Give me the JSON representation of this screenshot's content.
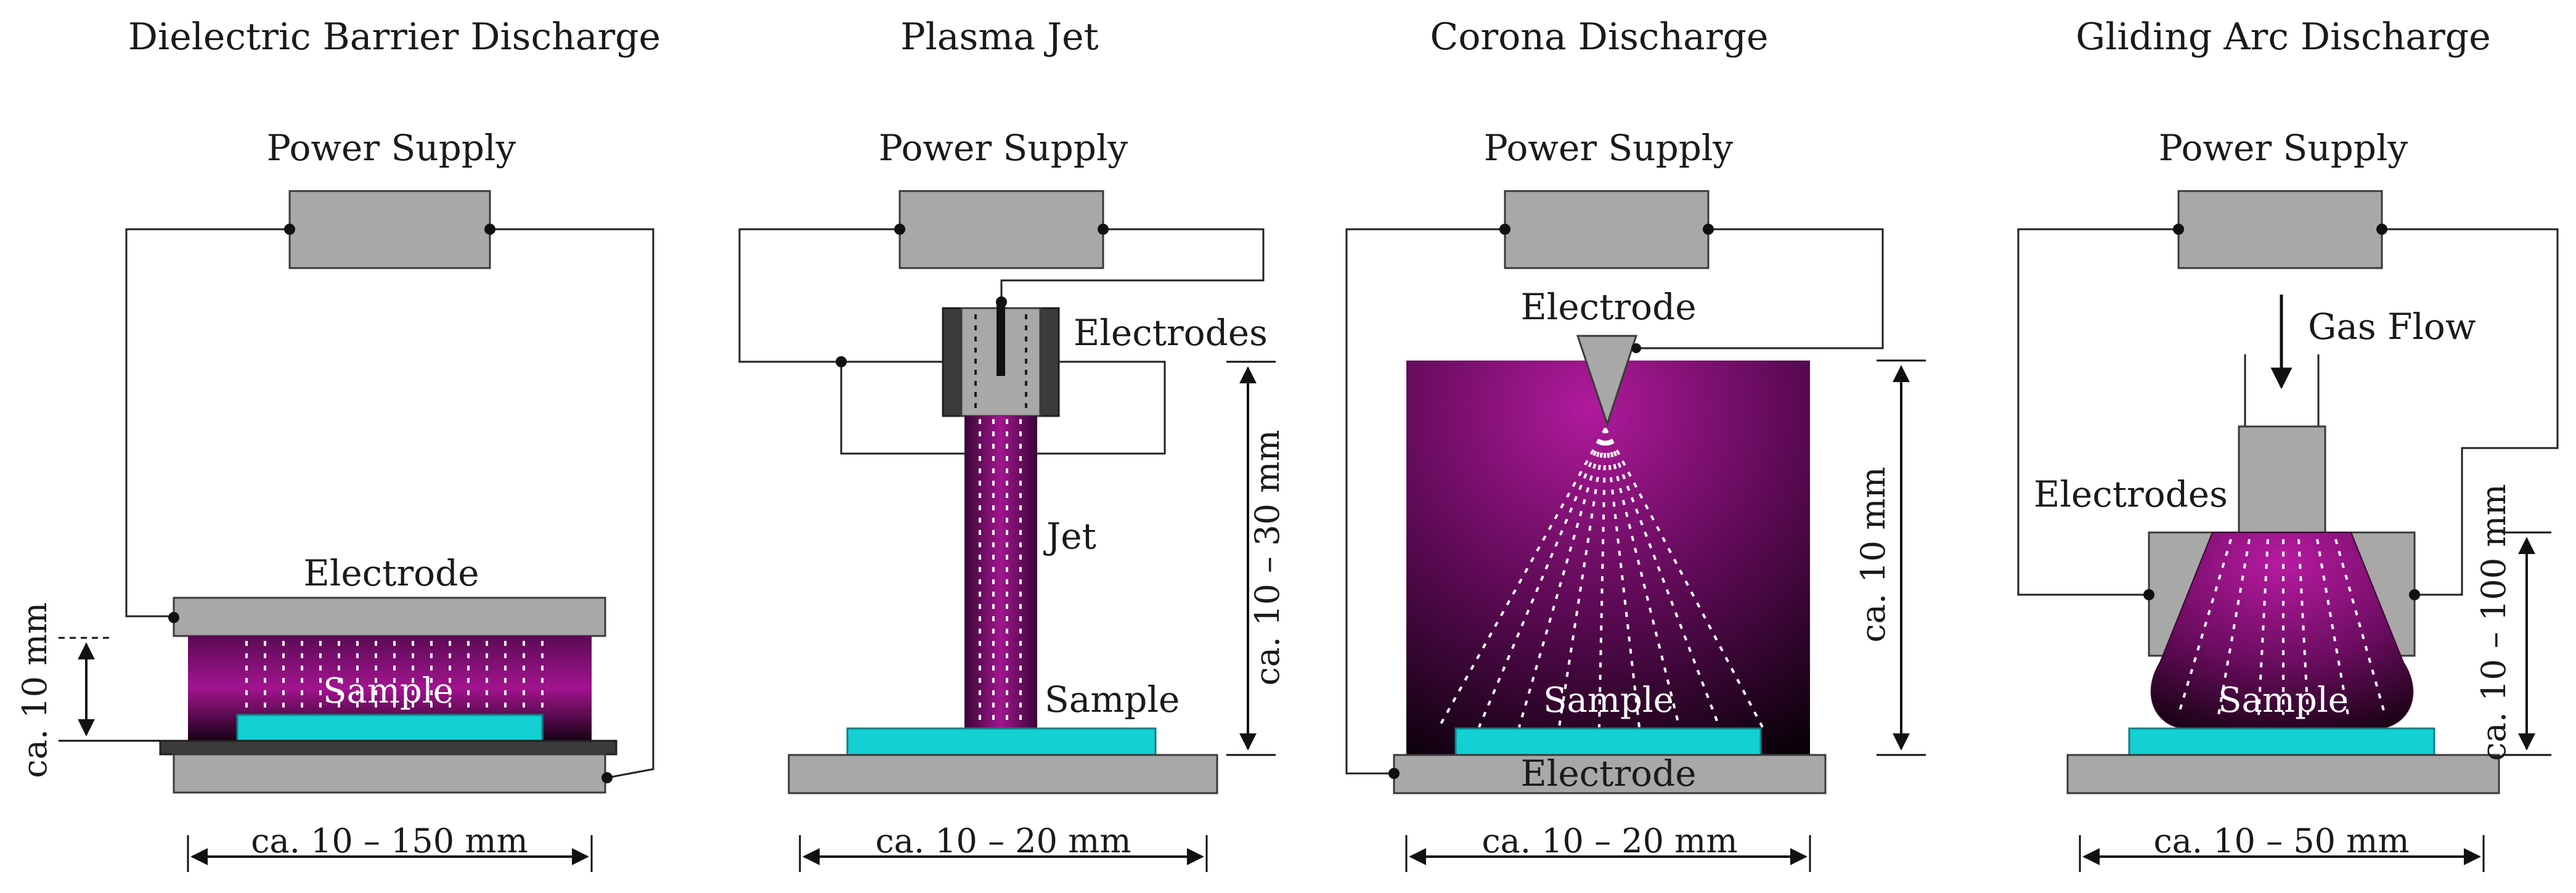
{
  "panels": [
    {
      "title": "Dielectric Barrier Discharge",
      "power_supply": "Power Supply",
      "electrode": "Electrode",
      "sample": "Sample",
      "gap": "ca. 10 mm",
      "width": "ca. 10 – 150 mm"
    },
    {
      "title": "Plasma Jet",
      "power_supply": "Power Supply",
      "electrodes": "Electrodes",
      "jet": "Jet",
      "sample": "Sample",
      "gap": "ca. 10 – 30 mm",
      "width": "ca. 10 – 20 mm"
    },
    {
      "title": "Corona Discharge",
      "power_supply": "Power Supply",
      "electrode_top": "Electrode",
      "sample": "Sample",
      "electrode_bottom": "Electrode",
      "gap": "ca. 10 mm",
      "width": "ca. 10 – 20 mm"
    },
    {
      "title": "Gliding Arc Discharge",
      "power_supply": "Power Supply",
      "gas_flow": "Gas Flow",
      "electrodes": "Electrodes",
      "sample": "Sample",
      "gap": "ca. 10 – 100 mm",
      "width": "ca. 10 – 50 mm"
    }
  ],
  "colors": {
    "plasma": "#7a0a6e",
    "sample": "#13d0d3",
    "electrode": "#a8a8a8"
  }
}
